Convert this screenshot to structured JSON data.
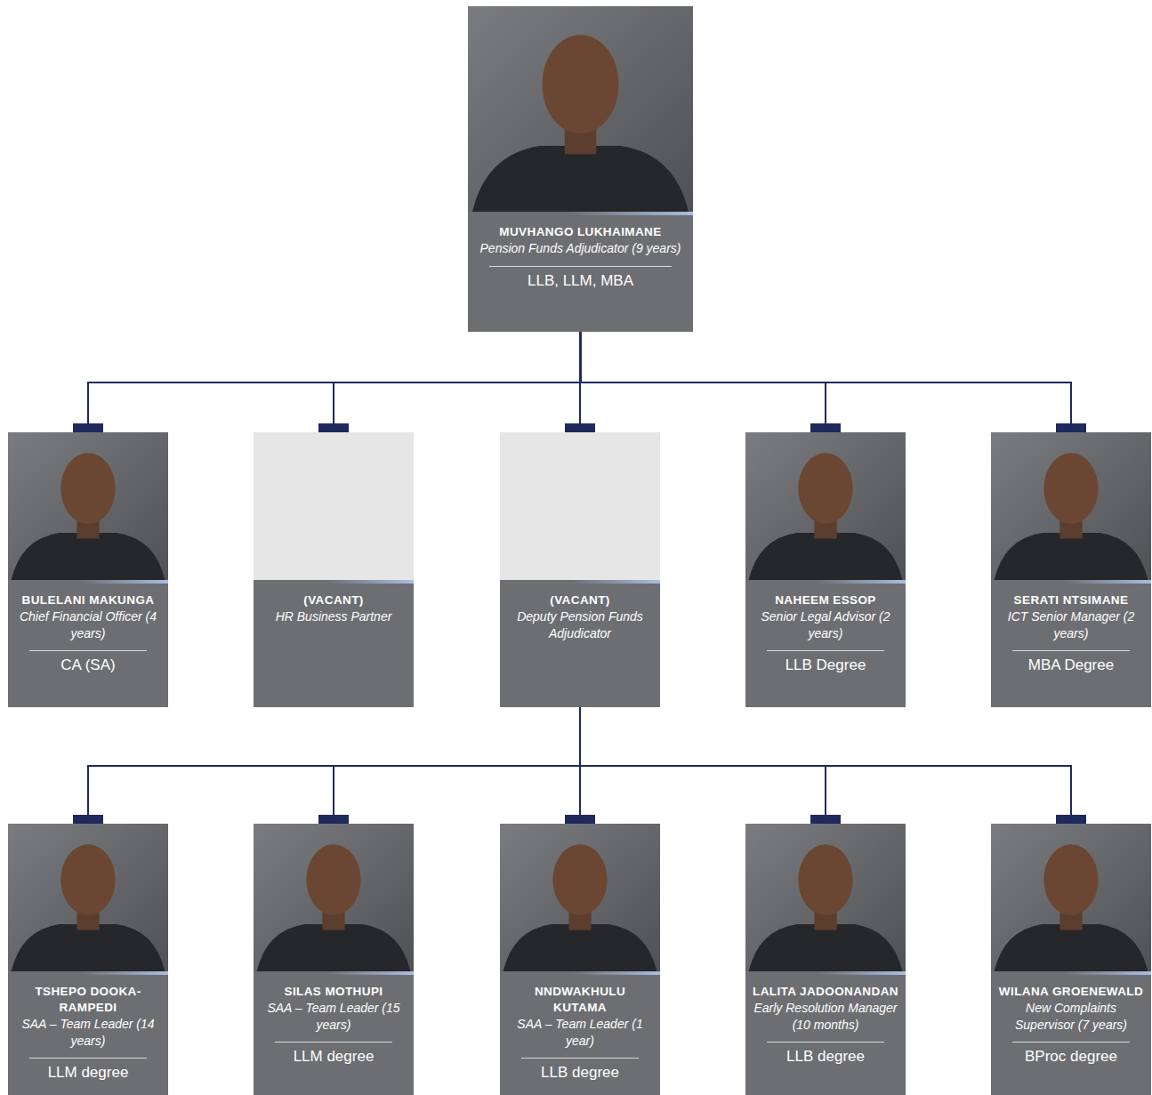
{
  "diagram": {
    "nodes": [
      {
        "text": [
          "MUVHANGO LUKHAIMANE",
          "Pension Funds Adjudicator (9 years)",
          "LLB, LLM, MBA"
        ]
      },
      {
        "text": [
          "BULELANI MAKUNGA",
          "Chief Financial Officer (4 years)",
          "CA (SA)"
        ]
      },
      {
        "text": [
          "(VACANT)",
          "HR Business Partner"
        ]
      },
      {
        "text": [
          "(VACANT)",
          "Deputy Pension Funds Adjudicator"
        ]
      },
      {
        "text": [
          "NAHEEM ESSOP",
          "Senior Legal Advisor (2 years)",
          "LLB Degree"
        ]
      },
      {
        "text": [
          "SERATI NTSIMANE",
          "ICT Senior Manager (2 years)",
          "MBA Degree"
        ]
      },
      {
        "text": [
          "TSHEPO DOOKA-RAMPEDI",
          "SAA – Team Leader (14 years)",
          "LLM degree"
        ]
      },
      {
        "text": [
          "SILAS MOTHUPI",
          "SAA – Team Leader (15 years)",
          "LLM degree"
        ]
      },
      {
        "text": [
          "NNDWAKHULU KUTAMA",
          "SAA – Team Leader (1 year)",
          "LLB degree"
        ]
      },
      {
        "text": [
          "LALITA JADOONANDAN",
          "Early Resolution Manager (10 months)",
          "LLB degree"
        ]
      },
      {
        "text": [
          "WILANA GROENEWALD",
          "New Complaints Supervisor (7 years)",
          "BProc degree"
        ]
      }
    ],
    "edges": [
      {
        "from": 0,
        "to": 1,
        "arrow": "none"
      },
      {
        "from": 0,
        "to": 2,
        "arrow": "none"
      },
      {
        "from": 0,
        "to": 3,
        "arrow": "none"
      },
      {
        "from": 0,
        "to": 4,
        "arrow": "none"
      },
      {
        "from": 0,
        "to": 5,
        "arrow": "none"
      },
      {
        "from": 3,
        "to": 6,
        "arrow": "none"
      },
      {
        "from": 3,
        "to": 7,
        "arrow": "none"
      },
      {
        "from": 3,
        "to": 8,
        "arrow": "none"
      },
      {
        "from": 3,
        "to": 9,
        "arrow": "none"
      },
      {
        "from": 3,
        "to": 10,
        "arrow": "none"
      }
    ]
  }
}
